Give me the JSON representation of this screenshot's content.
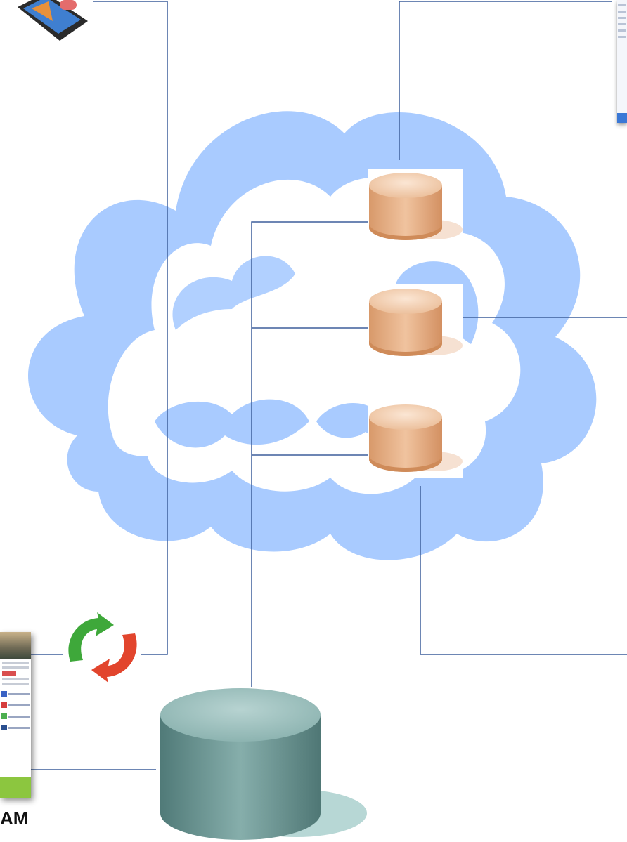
{
  "diagram": {
    "caption": "AM",
    "colors": {
      "cloud": "#a9cbff",
      "connector": "#3d5f9c",
      "db_small": "#e0a77b",
      "db_large": "#6f9b98"
    },
    "icons": [
      "network-app-icon",
      "sync-arrows-icon"
    ],
    "nodes": [
      "cloud-database-1",
      "cloud-database-2",
      "cloud-database-3",
      "local-database"
    ]
  }
}
